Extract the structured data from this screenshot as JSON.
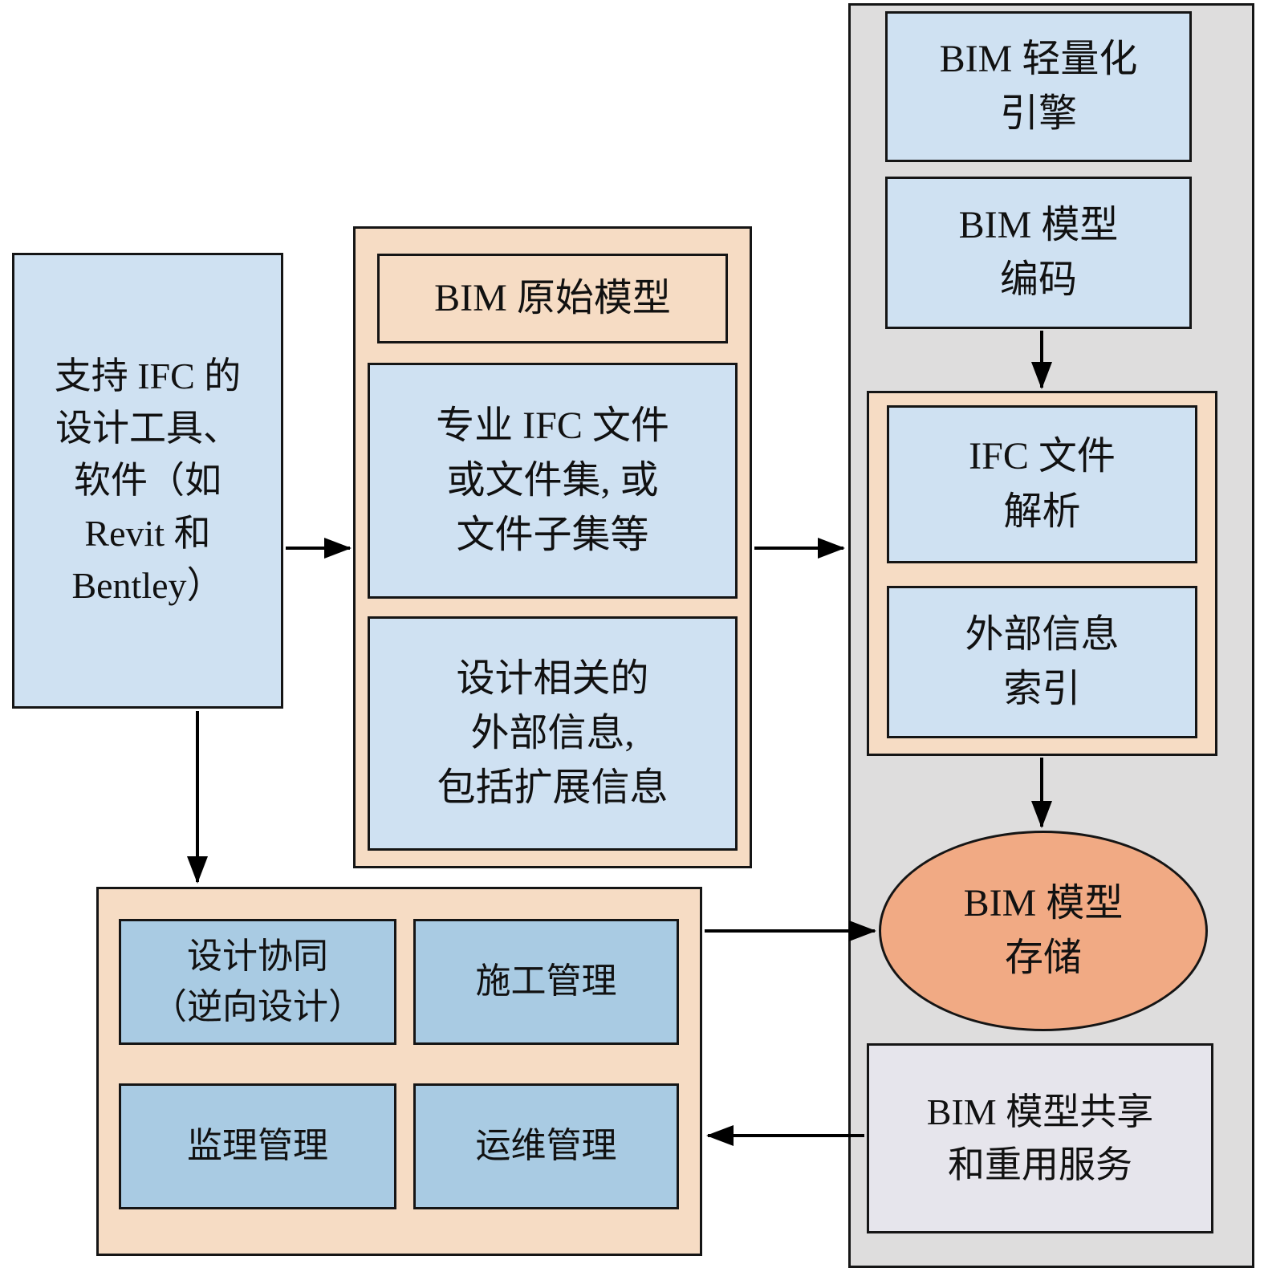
{
  "nodes": {
    "design_tools": "支持 IFC 的\n设计工具、\n软件（如\nRevit 和\nBentley）",
    "bim_source_title": "BIM 原始模型",
    "ifc_files": "专业 IFC 文件\n或文件集, 或\n文件子集等",
    "external_info": "设计相关的\n外部信息,\n包括扩展信息",
    "lightweight_engine": "BIM 轻量化\n引擎",
    "model_encoding": "BIM 模型\n编码",
    "ifc_parse": "IFC 文件\n解析",
    "external_index": "外部信息\n索引",
    "model_storage": "BIM 模型\n存储",
    "share_service": "BIM 模型共享\n和重用服务",
    "design_collab": "设计协同\n（逆向设计）",
    "construction_mgmt": "施工管理",
    "supervision_mgmt": "监理管理",
    "operation_mgmt": "运维管理"
  },
  "colors": {
    "light_blue": "#cfe1f2",
    "medium_blue": "#a9cbe3",
    "peach": "#f6dcc4",
    "salmon": "#f1aa84",
    "gray_panel": "#dedddd",
    "share_gray": "#e6e5ec",
    "border": "#151515",
    "arrow": "#000000"
  }
}
